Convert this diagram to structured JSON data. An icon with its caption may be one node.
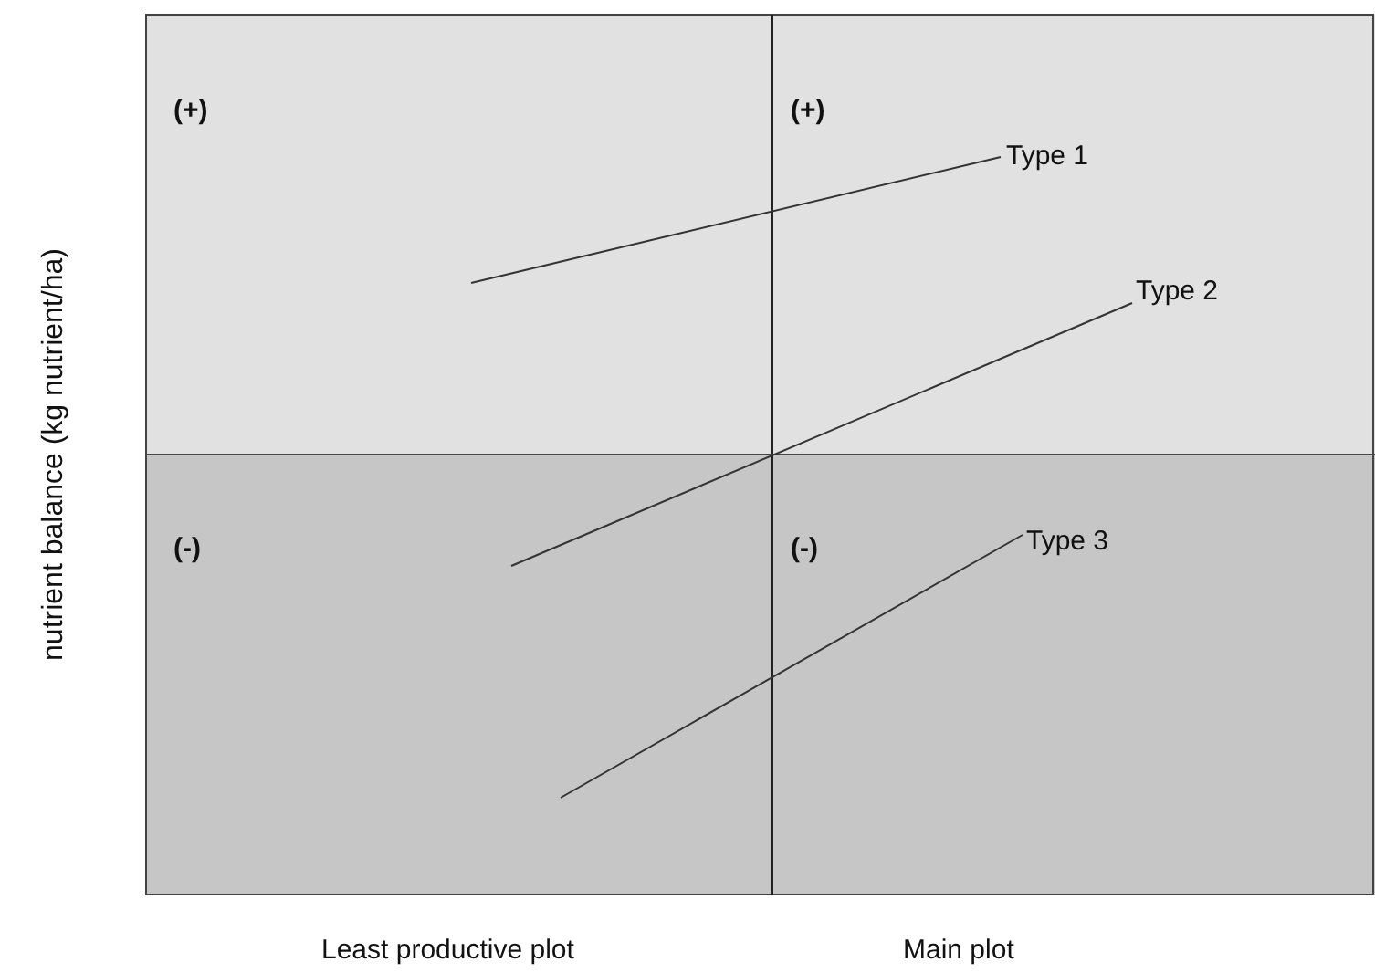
{
  "diagram": {
    "labels": [
      "(+)",
      "(+)",
      "Type 1",
      "Type 2",
      "(-)",
      "(-)",
      "Type 3",
      "nutrient balance (kg nutrient/ha)",
      "Least productive plot",
      "Main plot"
    ]
  }
}
